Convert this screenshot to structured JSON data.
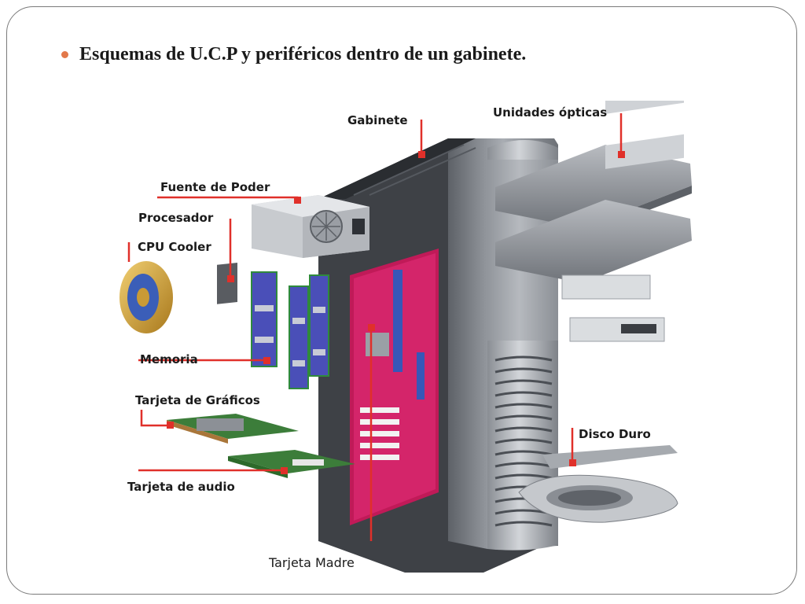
{
  "slide": {
    "bullet": "Esquemas de U.C.P y periféricos dentro de un gabinete."
  },
  "diagram": {
    "accent_color": "#e0302a",
    "labels": {
      "gabinete": "Gabinete",
      "unidades_opticas": "Unidades ópticas",
      "fuente_de_poder": "Fuente de Poder",
      "procesador": "Procesador",
      "cpu_cooler": "CPU Cooler",
      "memoria": "Memoria",
      "tarjeta_graficos": "Tarjeta de Gráficos",
      "tarjeta_audio": "Tarjeta de audio",
      "disco_duro": "Disco Duro",
      "tarjeta_madre": "Tarjeta Madre"
    }
  }
}
